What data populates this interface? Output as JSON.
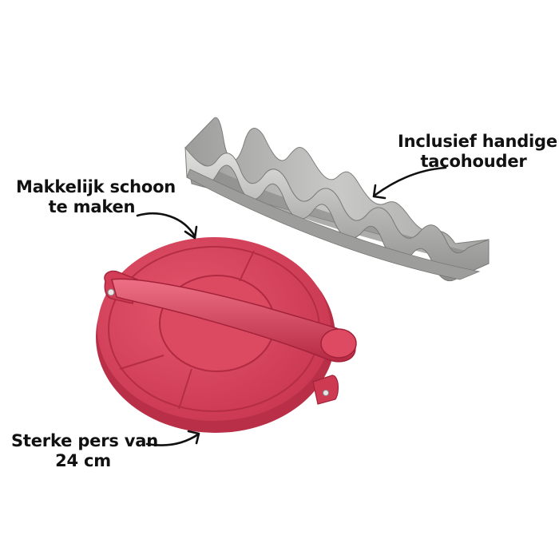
{
  "callouts": {
    "clean": {
      "line1": "Makkelijk schoon",
      "line2": "te maken"
    },
    "holder": {
      "line1": "Inclusief handige",
      "line2": "tacohouder"
    },
    "press": {
      "line1": "Sterke pers van",
      "line2": "24 cm"
    }
  },
  "colors": {
    "background": "#ffffff",
    "press_red": "#d9415a",
    "steel": "#b9b9b7",
    "text": "#111111"
  }
}
